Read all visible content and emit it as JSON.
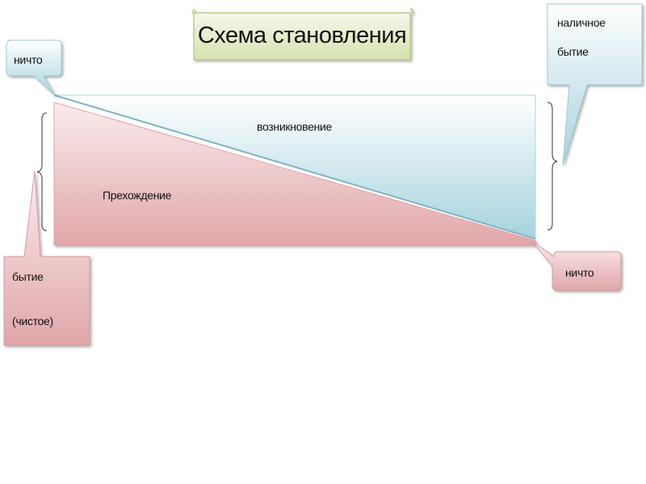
{
  "title": "Схема становления",
  "regions": {
    "arising": "возникновение",
    "passing": "Прехождение"
  },
  "callouts": {
    "nothing_top": "ничто",
    "determinate_being": [
      "наличное",
      "бытие"
    ],
    "nothing_bottom": "ничто",
    "pure_being": [
      "бытие",
      "(чистое)"
    ]
  },
  "colors": {
    "blue": "#a8d4e0",
    "pink": "#e0a8ac",
    "title_green": "#d9e6b8"
  }
}
